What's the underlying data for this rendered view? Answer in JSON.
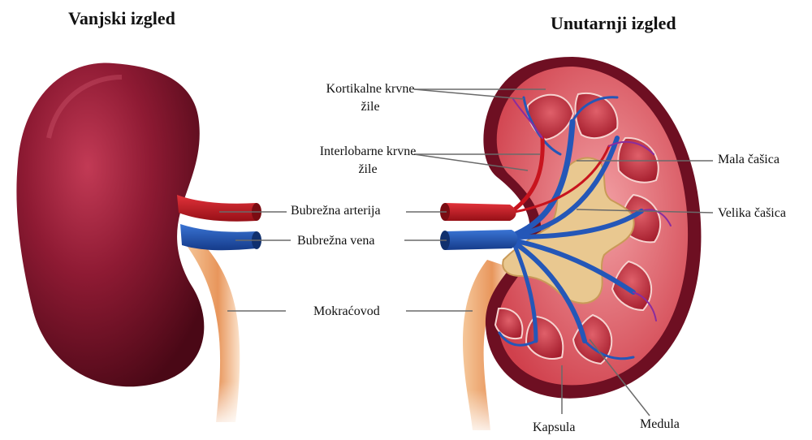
{
  "titles": {
    "external": "Vanjski izgled",
    "internal": "Unutarnji izgled"
  },
  "labels": {
    "kortikalne": "Kortikalne krvne žile",
    "interlobarne": "Interlobarne krvne žile",
    "arterija": "Bubrežna arterija",
    "vena": "Bubrežna vena",
    "mokracovod": "Mokraćovod",
    "mala_casica": "Mala čašica",
    "velika_casica": "Velika čašica",
    "kapsula": "Kapsula",
    "medula": "Medula"
  },
  "colors": {
    "kidney": "#7a1226",
    "cortex": "#c8323f",
    "artery": "#c8141e",
    "vein": "#1f4fb0",
    "ureter": "#e8a26c",
    "pelvis": "#e6c48e"
  }
}
